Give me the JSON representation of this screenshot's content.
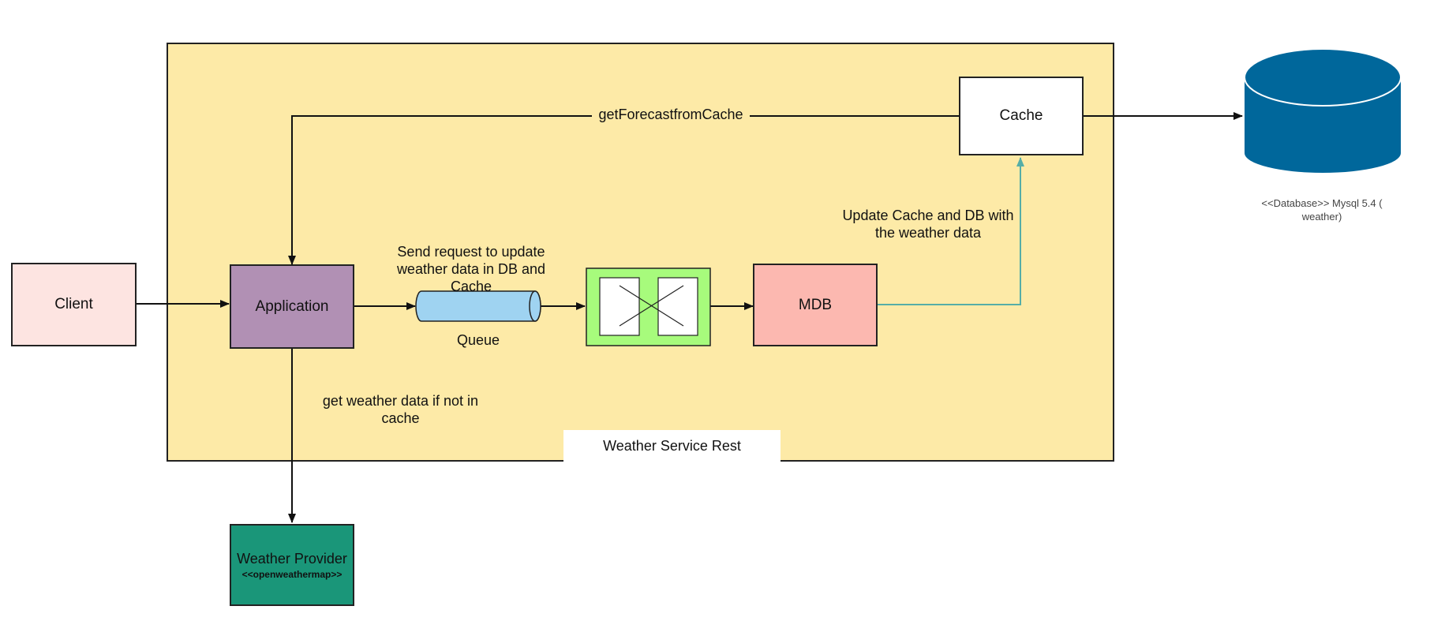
{
  "nodes": {
    "client": "Client",
    "application": "Application",
    "cache": "Cache",
    "mdb": "MDB",
    "queue_label": "Queue",
    "weather_provider": {
      "title": "Weather Provider",
      "stereotype": "<<openweathermap>>"
    },
    "service_title": "Weather Service Rest",
    "database_label": "<<Database>>  Mysql 5.4 ( weather)"
  },
  "edges": {
    "get_forecast_from_cache": "getForecastfromCache",
    "send_request": "Send request to update weather data in DB and Cache",
    "update_cache_db": "Update Cache and DB with the weather data",
    "get_weather_data": "get weather data if not in cache"
  },
  "colors": {
    "service_fill": "#fdeaa7",
    "client_fill": "#fde4e1",
    "application_fill": "#b190b4",
    "queue_fill": "#9fd3f1",
    "processor_fill": "#a7fb7c",
    "mdb_fill": "#fcb8b0",
    "provider_fill": "#1a9679",
    "database_fill": "#00679b",
    "teal_line": "#55aea7"
  }
}
